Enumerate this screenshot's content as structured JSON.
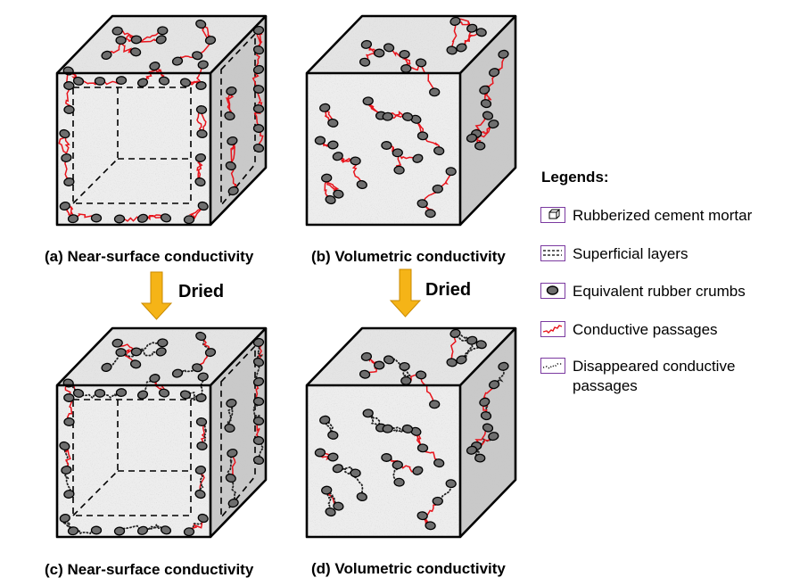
{
  "captions": {
    "a": "(a) Near-surface conductivity",
    "b": "(b) Volumetric conductivity",
    "c": "(c) Near-surface conductivity",
    "d": "(d) Volumetric conductivity"
  },
  "transition": {
    "left_label": "Dried",
    "right_label": "Dried",
    "arrow_icon": "down-arrow-icon"
  },
  "legend": {
    "title": "Legends:",
    "items": [
      {
        "icon": "cube-icon",
        "label": "Rubberized cement mortar"
      },
      {
        "icon": "dashed-lines-icon",
        "label": "Superficial layers"
      },
      {
        "icon": "rubber-crumb-icon",
        "label": "Equivalent rubber crumbs"
      },
      {
        "icon": "red-passage-icon",
        "label": "Conductive passages"
      },
      {
        "icon": "dotted-passage-icon",
        "label": "Disappeared conductive passages"
      }
    ]
  },
  "colors": {
    "passage": "#e8141c",
    "disappeared_passage": "#222222",
    "crumb": "#6e6e6e",
    "arrow": "#f5b417",
    "legend_border": "#7b3aa0",
    "mortar_front": "#ededed",
    "mortar_top": "#e4e4e4",
    "mortar_side": "#c9c9c9"
  }
}
